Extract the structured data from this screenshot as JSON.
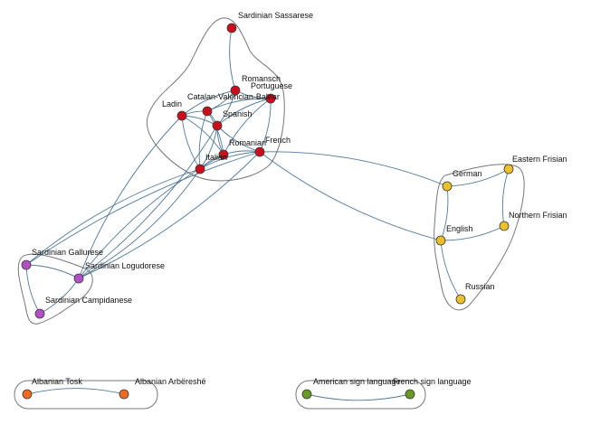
{
  "colors": {
    "red": "#cc0d1c",
    "yellow": "#ecc02a",
    "purple": "#b44fc8",
    "orange": "#ee6a1e",
    "green": "#6b9a22",
    "edge": "#4a7394",
    "hull": "#777777"
  },
  "nodes": [
    {
      "id": "sassarese",
      "label": "Sardinian Sassarese",
      "group": "red"
    },
    {
      "id": "romansch",
      "label": "Romansch",
      "group": "red"
    },
    {
      "id": "portuguese",
      "label": "Portuguese",
      "group": "red"
    },
    {
      "id": "catalan",
      "label": "Catalan-Valencian-Balear",
      "group": "red"
    },
    {
      "id": "ladin",
      "label": "Ladin",
      "group": "red"
    },
    {
      "id": "spanish",
      "label": "Spanish",
      "group": "red"
    },
    {
      "id": "romanian",
      "label": "Romanian",
      "group": "red"
    },
    {
      "id": "french",
      "label": "French",
      "group": "red"
    },
    {
      "id": "italian",
      "label": "Italian",
      "group": "red"
    },
    {
      "id": "gallurese",
      "label": "Sardinian Gallurese",
      "group": "purple"
    },
    {
      "id": "logudorese",
      "label": "Sardinian Logudorese",
      "group": "purple"
    },
    {
      "id": "campidanese",
      "label": "Sardinian Campidanese",
      "group": "purple"
    },
    {
      "id": "german",
      "label": "German",
      "group": "yellow"
    },
    {
      "id": "eastern_frisian",
      "label": "Eastern Frisian",
      "group": "yellow"
    },
    {
      "id": "northern_frisian",
      "label": "Northern Frisian",
      "group": "yellow"
    },
    {
      "id": "english",
      "label": "English",
      "group": "yellow"
    },
    {
      "id": "russian",
      "label": "Russian",
      "group": "yellow"
    },
    {
      "id": "albanian_tosk",
      "label": "Albanian Tosk",
      "group": "orange"
    },
    {
      "id": "albanian_arbereshe",
      "label": "Albanian Arbëreshë",
      "group": "orange"
    },
    {
      "id": "asl",
      "label": "American sign language",
      "group": "green"
    },
    {
      "id": "fsl",
      "label": "French sign language",
      "group": "green"
    }
  ],
  "edges": [
    [
      "sassarese",
      "romansch"
    ],
    [
      "romansch",
      "catalan"
    ],
    [
      "romansch",
      "portuguese"
    ],
    [
      "romansch",
      "spanish"
    ],
    [
      "romansch",
      "ladin"
    ],
    [
      "catalan",
      "portuguese"
    ],
    [
      "catalan",
      "ladin"
    ],
    [
      "catalan",
      "spanish"
    ],
    [
      "catalan",
      "italian"
    ],
    [
      "catalan",
      "romanian"
    ],
    [
      "portuguese",
      "spanish"
    ],
    [
      "portuguese",
      "french"
    ],
    [
      "portuguese",
      "romanian"
    ],
    [
      "ladin",
      "spanish"
    ],
    [
      "ladin",
      "italian"
    ],
    [
      "ladin",
      "romanian"
    ],
    [
      "spanish",
      "french"
    ],
    [
      "spanish",
      "italian"
    ],
    [
      "spanish",
      "romanian"
    ],
    [
      "romanian",
      "french"
    ],
    [
      "romanian",
      "italian"
    ],
    [
      "italian",
      "french"
    ],
    [
      "french",
      "english"
    ],
    [
      "french",
      "german"
    ],
    [
      "french",
      "gallurese"
    ],
    [
      "french",
      "logudorese"
    ],
    [
      "italian",
      "gallurese"
    ],
    [
      "italian",
      "logudorese"
    ],
    [
      "romanian",
      "logudorese"
    ],
    [
      "spanish",
      "logudorese"
    ],
    [
      "ladin",
      "logudorese"
    ],
    [
      "gallurese",
      "logudorese"
    ],
    [
      "gallurese",
      "campidanese"
    ],
    [
      "logudorese",
      "campidanese"
    ],
    [
      "german",
      "eastern_frisian"
    ],
    [
      "german",
      "english"
    ],
    [
      "eastern_frisian",
      "northern_frisian"
    ],
    [
      "northern_frisian",
      "english"
    ],
    [
      "english",
      "russian"
    ],
    [
      "albanian_tosk",
      "albanian_arbereshe"
    ],
    [
      "asl",
      "fsl"
    ]
  ]
}
